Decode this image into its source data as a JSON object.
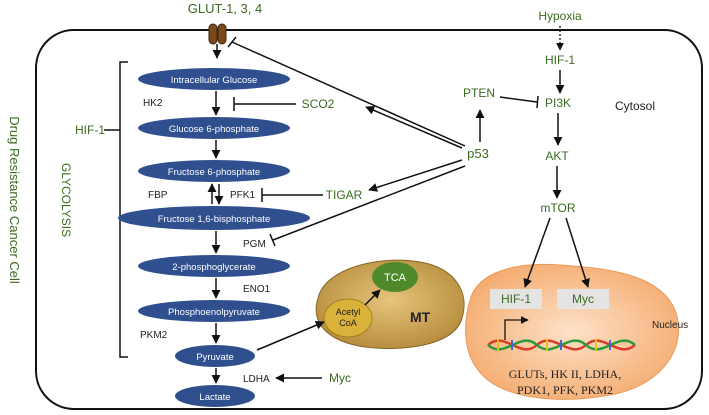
{
  "side_title": "Drug Resistance Cancer Cell",
  "glut_label": "GLUT-1, 3, 4",
  "hypoxia_label": "Hypoxia",
  "cytosol_label": "Cytosol",
  "glycolysis_label": "GLYCOLYSIS",
  "hif1_left": "HIF-1",
  "metabolites": [
    "Intracellular Glucose",
    "Glucose 6-phosphate",
    "Fructose 6-phosphate",
    "Fructose 1,6-bisphosphate",
    "2-phosphoglycerate",
    "Phosphoenolpyruvate",
    "Pyruvate",
    "Lactate"
  ],
  "enzymes": {
    "hk2": "HK2",
    "fbp": "FBP",
    "pfk1": "PFK1",
    "pgm": "PGM",
    "eno1": "ENO1",
    "pkm2": "PKM2",
    "ldha": "LDHA"
  },
  "regulators": {
    "sco2": "SCO2",
    "tigar": "TIGAR",
    "p53": "p53",
    "pten": "PTEN",
    "hif1": "HIF-1",
    "pi3k": "PI3K",
    "akt": "AKT",
    "mtor": "mTOR",
    "myc": "Myc"
  },
  "mitochondrion": {
    "label": "MT",
    "tca": "TCA",
    "acetyl_line1": "Acetyl",
    "acetyl_line2": "CoA"
  },
  "nucleus": {
    "label": "Nucleus",
    "hif1": "HIF-1",
    "myc": "Myc",
    "targets_line1": "GLUTs, HK II, LDHA,",
    "targets_line2": "PDK1, PFK, PKM2"
  },
  "colors": {
    "cell_border": "#111111",
    "metabolite_fill": "#2f4f8f",
    "label_green": "#3a6b1f",
    "mito_fill": "#c8a050",
    "tca_fill": "#4e8a2c",
    "acetyl_fill": "#d9b23a",
    "nucleus_fill": "#f5b27a",
    "nuc_label_box": "#e4e4e4",
    "glut_channel": "#7a4a1c"
  }
}
